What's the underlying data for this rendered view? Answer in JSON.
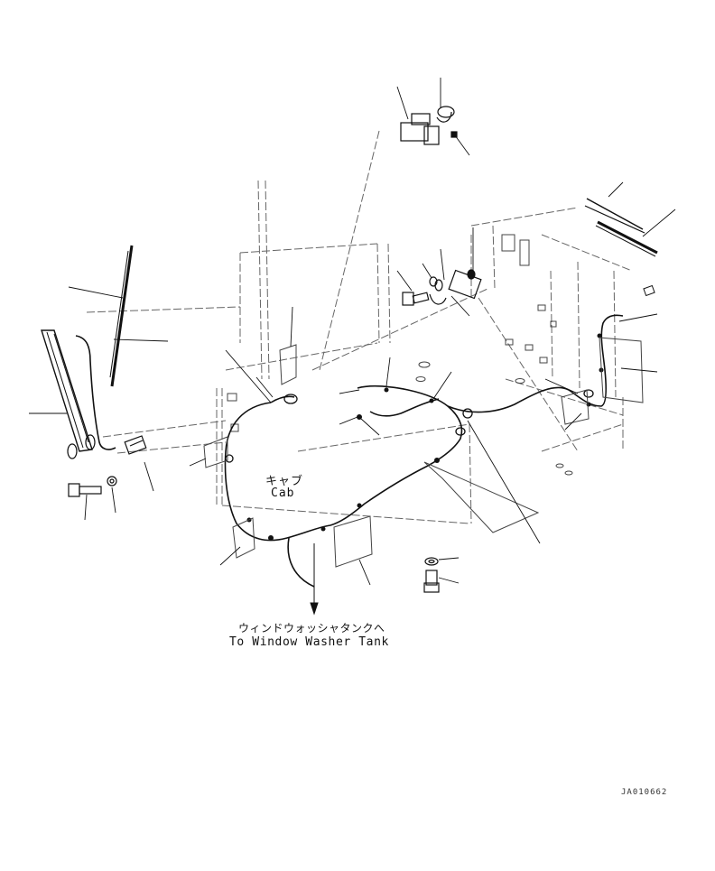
{
  "labels": {
    "cab_jp": "キャブ",
    "cab_en": "Cab",
    "tank_jp": "ウィンドウォッシャタンクへ",
    "tank_en": "To Window Washer Tank",
    "drawing_code": "JA010662"
  },
  "colors": {
    "line": "#111111",
    "frame": "#555555",
    "background": "#ffffff"
  }
}
